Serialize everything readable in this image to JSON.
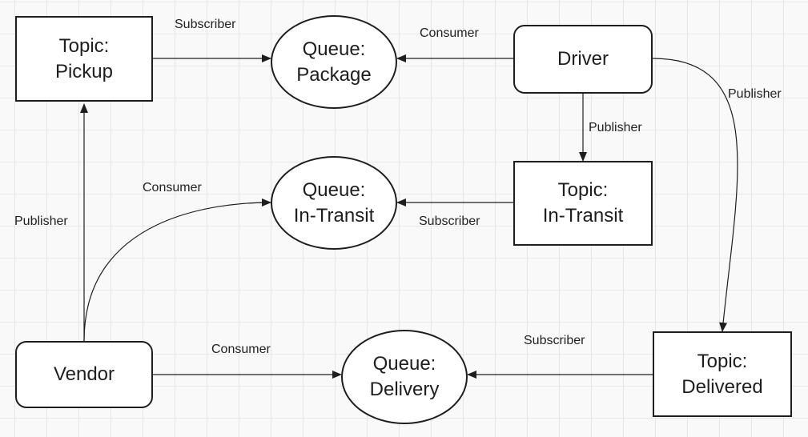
{
  "nodes": {
    "topic_pickup": {
      "line1": "Topic:",
      "line2": "Pickup"
    },
    "queue_package": {
      "line1": "Queue:",
      "line2": "Package"
    },
    "driver": {
      "label": "Driver"
    },
    "queue_in_transit": {
      "line1": "Queue:",
      "line2": "In-Transit"
    },
    "topic_in_transit": {
      "line1": "Topic:",
      "line2": "In-Transit"
    },
    "vendor": {
      "label": "Vendor"
    },
    "queue_delivery": {
      "line1": "Queue:",
      "line2": "Delivery"
    },
    "topic_delivered": {
      "line1": "Topic:",
      "line2": "Delivered"
    }
  },
  "edges": {
    "pickup_to_package": "Subscriber",
    "driver_to_package": "Consumer",
    "driver_to_delivered": "Publisher",
    "driver_to_topic_in_transit": "Publisher",
    "vendor_to_queue_in_transit": "Consumer",
    "vendor_to_pickup": "Publisher",
    "topic_in_transit_to_queue": "Subscriber",
    "vendor_to_delivery": "Consumer",
    "delivered_to_delivery": "Subscriber"
  },
  "colors": {
    "line": "#1e1e1e",
    "background": "#f9f9f9",
    "grid": "#e6e6e6"
  }
}
